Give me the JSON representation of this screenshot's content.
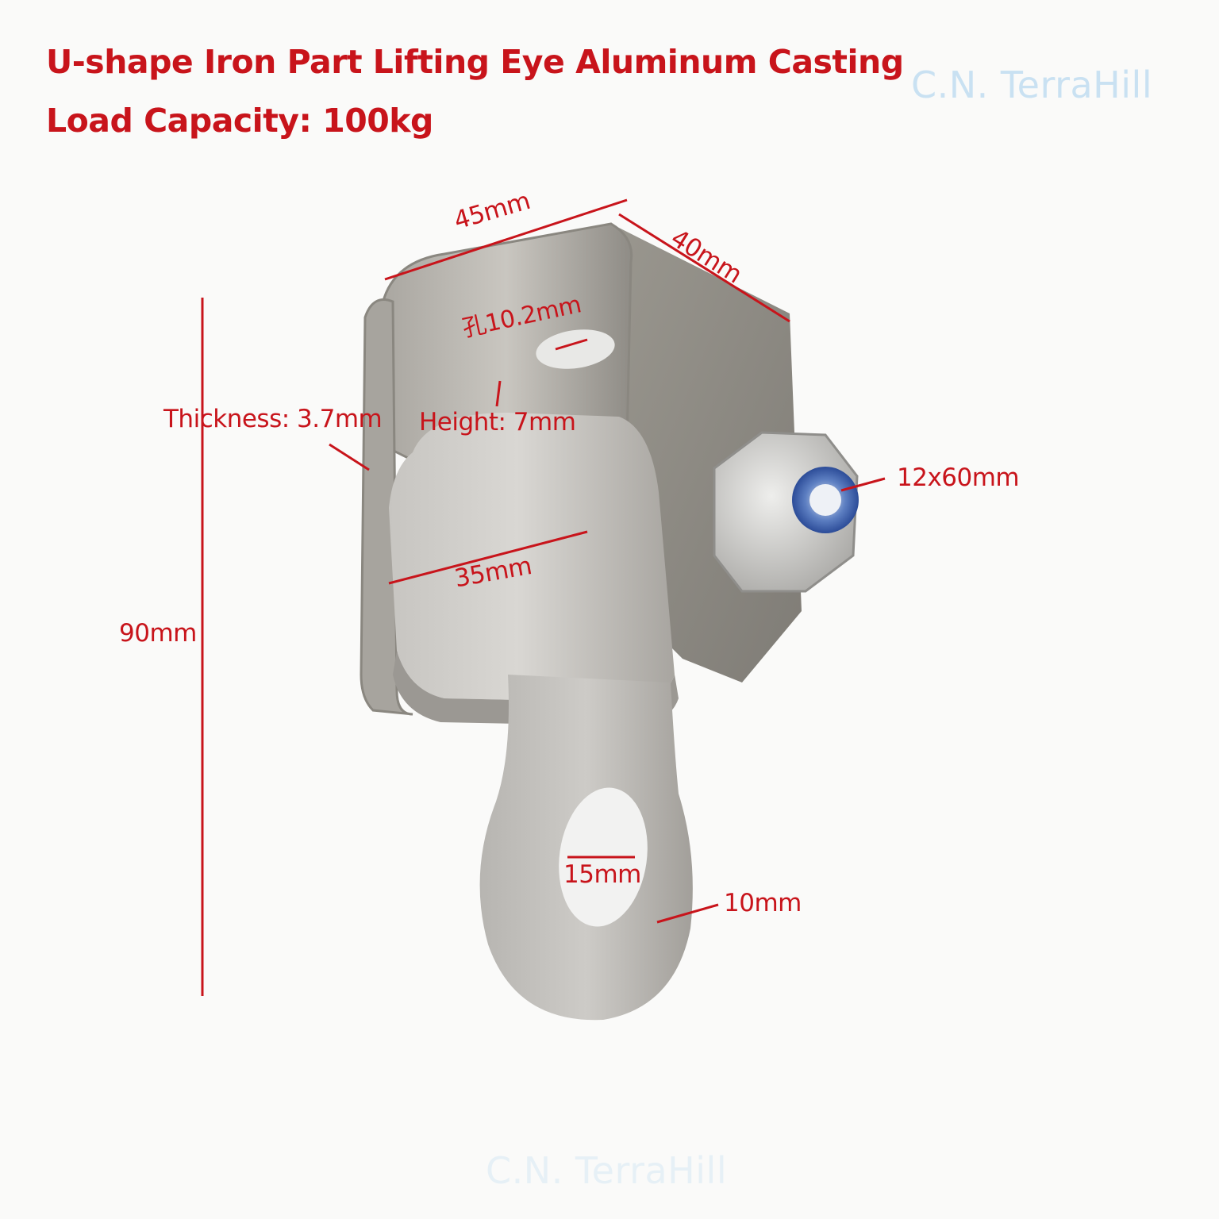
{
  "header": {
    "title_line1": "U-shape Iron Part  Lifting Eye Aluminum Casting",
    "title_line2": "Load Capacity: 100kg"
  },
  "watermark": {
    "text": "C.N. TerraHill"
  },
  "dimensions": {
    "width": "45mm",
    "depth": "40mm",
    "hole": "孔10.2mm",
    "thickness": "Thickness: 3.7mm",
    "height_small": "Height: 7mm",
    "bolt": "12x60mm",
    "wheel": "35mm",
    "total_height": "90mm",
    "eye_inner": "15mm",
    "eye_ring": "10mm"
  },
  "colors": {
    "accent": "#c8141b",
    "watermark": "#8fc4ea",
    "metal": "#b6b3ad",
    "metal_dark": "#8d8a84",
    "background": "#fafaf9"
  }
}
